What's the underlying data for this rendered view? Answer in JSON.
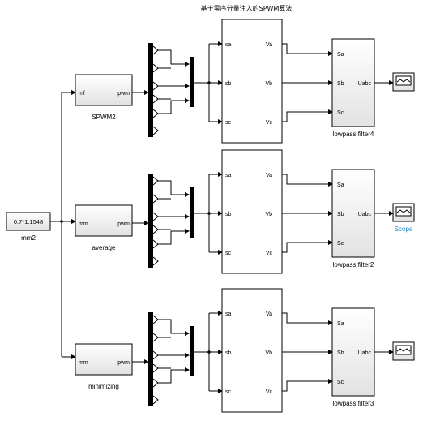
{
  "title": "基于零序分量注入的SPWM算法",
  "constant": {
    "value": "0.7*1.1548",
    "name": "mm2"
  },
  "rows": [
    {
      "pwm_block": {
        "in_port": "mf",
        "out_port": "pwm",
        "name": "SPWM2"
      },
      "inverter": {
        "in_ports": [
          "sa",
          "sb",
          "sc"
        ],
        "out_ports": [
          "Va",
          "Vb",
          "Vc"
        ]
      },
      "filter": {
        "in_ports": [
          "Sa",
          "Sb",
          "Sc"
        ],
        "out_port": "Uabc",
        "name": "lowpass filter4"
      },
      "scope": {
        "name": ""
      }
    },
    {
      "pwm_block": {
        "in_port": "mm",
        "out_port": "pwm",
        "name": "average"
      },
      "inverter": {
        "in_ports": [
          "sa",
          "sb",
          "sc"
        ],
        "out_ports": [
          "Va",
          "Vb",
          "Vc"
        ]
      },
      "filter": {
        "in_ports": [
          "Sa",
          "Sb",
          "Sc"
        ],
        "out_port": "Uabc",
        "name": "lowpass filter2"
      },
      "scope": {
        "name": "Scope"
      }
    },
    {
      "pwm_block": {
        "in_port": "mm",
        "out_port": "pwm",
        "name": "minimizing"
      },
      "inverter": {
        "in_ports": [
          "sa",
          "sb",
          "sc"
        ],
        "out_ports": [
          "Va",
          "Vb",
          "Vc"
        ]
      },
      "filter": {
        "in_ports": [
          "Sa",
          "Sb",
          "Sc"
        ],
        "out_port": "Uabc",
        "name": "lowpass filter3"
      },
      "scope": {
        "name": ""
      }
    }
  ],
  "colors": {
    "line": "#000000",
    "block_fill": "#ffffff",
    "block_gradient_end": "#e2e2e2",
    "scope_label": "#1f8bd0"
  }
}
